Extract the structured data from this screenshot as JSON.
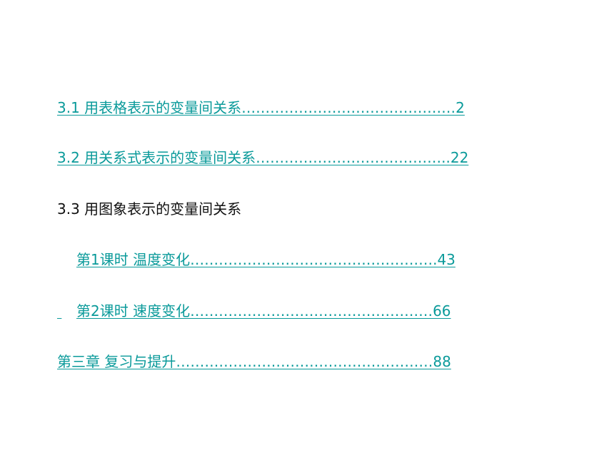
{
  "toc": {
    "entries": [
      {
        "text": "3.1   用表格表示的变量间关系………………………………………2"
      },
      {
        "text": "3.2   用关系式表示的变量间关系…………………………………..22"
      },
      {
        "text": "3.3   用图象表示的变量间关系"
      },
      {
        "text": "第1课时   温度变化…………………………………………….43"
      },
      {
        "text": "第2课时   速度变化……………………………………………66"
      },
      {
        "text": "第三章   复习与提升………………………………………………88"
      }
    ]
  },
  "colors": {
    "link": "#0a9a9a",
    "text": "#111111",
    "background": "#ffffff"
  }
}
